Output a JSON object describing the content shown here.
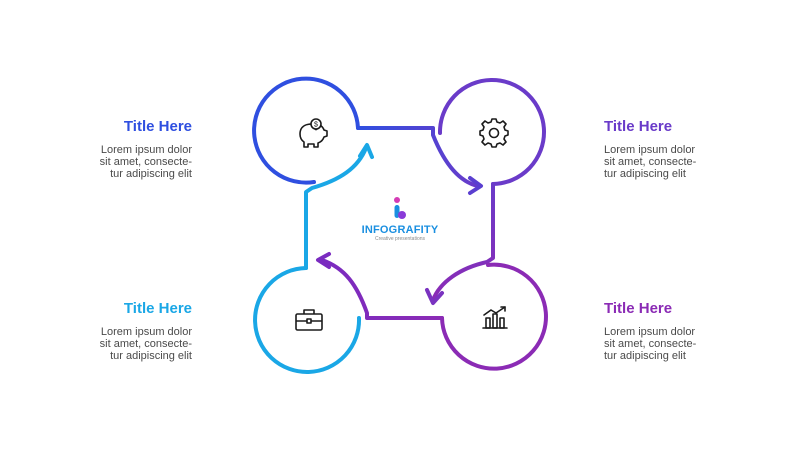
{
  "steps": [
    {
      "id": "top-left",
      "title": "Title Here",
      "body": "Lorem ipsum dolor\nsit amet, consecte-\ntur adipiscing elit",
      "icon": "piggy-bank-icon",
      "color": "#2f4fe0"
    },
    {
      "id": "top-right",
      "title": "Title Here",
      "body": "Lorem ipsum dolor\nsit amet, consecte-\ntur adipiscing elit",
      "icon": "gear-icon",
      "color": "#6a3bc9"
    },
    {
      "id": "bottom-right",
      "title": "Title Here",
      "body": "Lorem ipsum dolor\nsit amet, consecte-\ntur adipiscing elit",
      "icon": "bar-chart-icon",
      "color": "#8b2bb5"
    },
    {
      "id": "bottom-left",
      "title": "Title Here",
      "body": "Lorem ipsum dolor\nsit amet, consecte-\ntur adipiscing elit",
      "icon": "briefcase-icon",
      "color": "#1aa7e6"
    }
  ],
  "brand": {
    "name": "INFOGRAFITY",
    "tagline": "Creative presentations",
    "colors": {
      "primary": "#1a8fe0",
      "accent": "#d43bb5"
    }
  },
  "theme": {
    "text_body": "#4a4a4a",
    "background": "#ffffff"
  }
}
